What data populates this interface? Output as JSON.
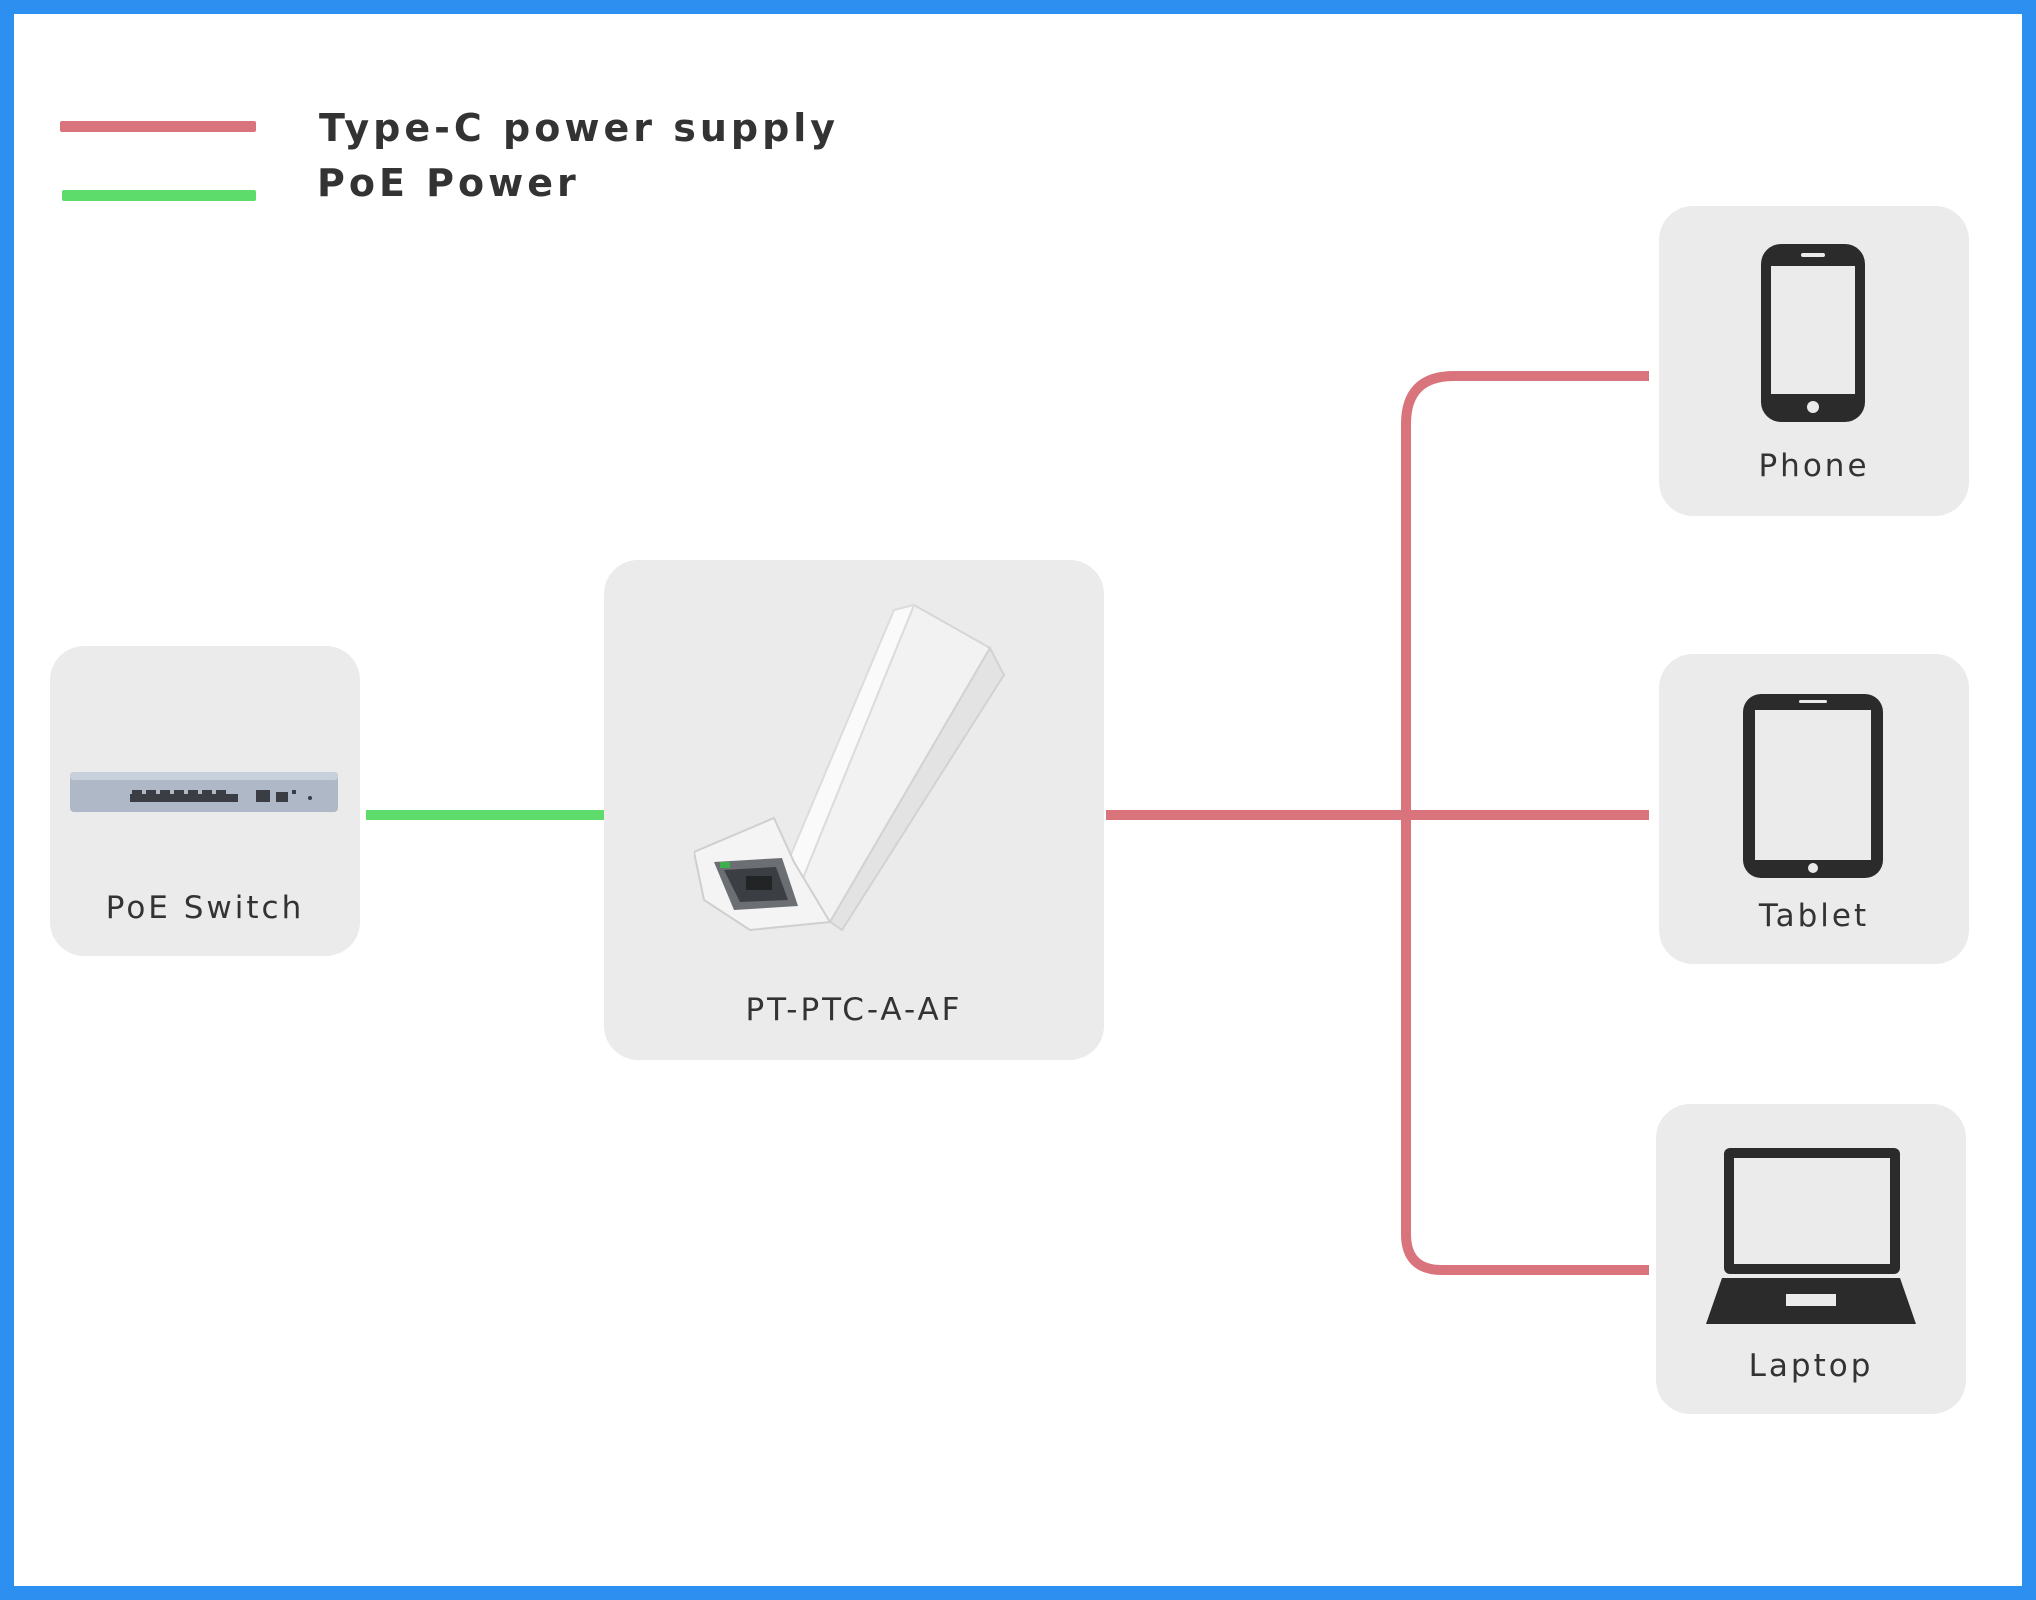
{
  "legend": {
    "items": [
      {
        "label": "Type-C power supply",
        "color": "#d9737c"
      },
      {
        "label": "PoE Power",
        "color": "#5ddc6c"
      }
    ]
  },
  "nodes": {
    "poe_switch": {
      "label": "PoE Switch",
      "icon": "network-switch-icon"
    },
    "injector": {
      "label": "PT-PTC-A-AF",
      "icon": "poe-splitter-device-icon"
    },
    "phone": {
      "label": "Phone",
      "icon": "phone-icon"
    },
    "tablet": {
      "label": "Tablet",
      "icon": "tablet-icon"
    },
    "laptop": {
      "label": "Laptop",
      "icon": "laptop-icon"
    }
  },
  "connections": [
    {
      "from": "PoE Switch",
      "to": "PT-PTC-A-AF",
      "type": "PoE Power"
    },
    {
      "from": "PT-PTC-A-AF",
      "to": "Phone",
      "type": "Type-C power supply"
    },
    {
      "from": "PT-PTC-A-AF",
      "to": "Tablet",
      "type": "Type-C power supply"
    },
    {
      "from": "PT-PTC-A-AF",
      "to": "Laptop",
      "type": "Type-C power supply"
    }
  ],
  "colors": {
    "frame": "#2d8ff0",
    "card": "#ebebeb",
    "text": "#333333",
    "type_c": "#d9737c",
    "poe": "#5ddc6c",
    "icon_dark": "#2b2b2b"
  }
}
